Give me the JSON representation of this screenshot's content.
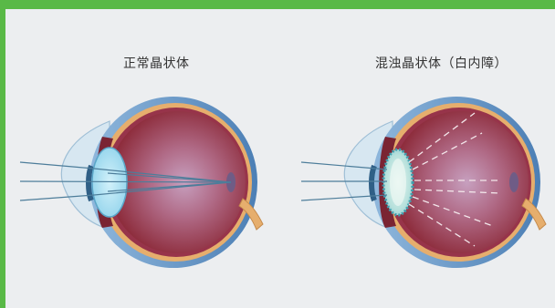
{
  "captions": {
    "normal": "正常晶状体",
    "cataract": "混浊晶状体（白内障）"
  },
  "colors": {
    "border": "#59b947",
    "panel": "#eceef0",
    "sclera": "#5f93c5",
    "choroid": "#e7b070",
    "vitreous_center": "#b7758f",
    "vitreous_edge": "#8f2f3c",
    "lens": "#a9dff0",
    "cornea": "#cfe3ef",
    "light_ray": "#4f7f9c",
    "scatter_ray": "#f1e4e8"
  },
  "icons": [
    "normal-eye-illustration",
    "cataract-eye-illustration"
  ]
}
